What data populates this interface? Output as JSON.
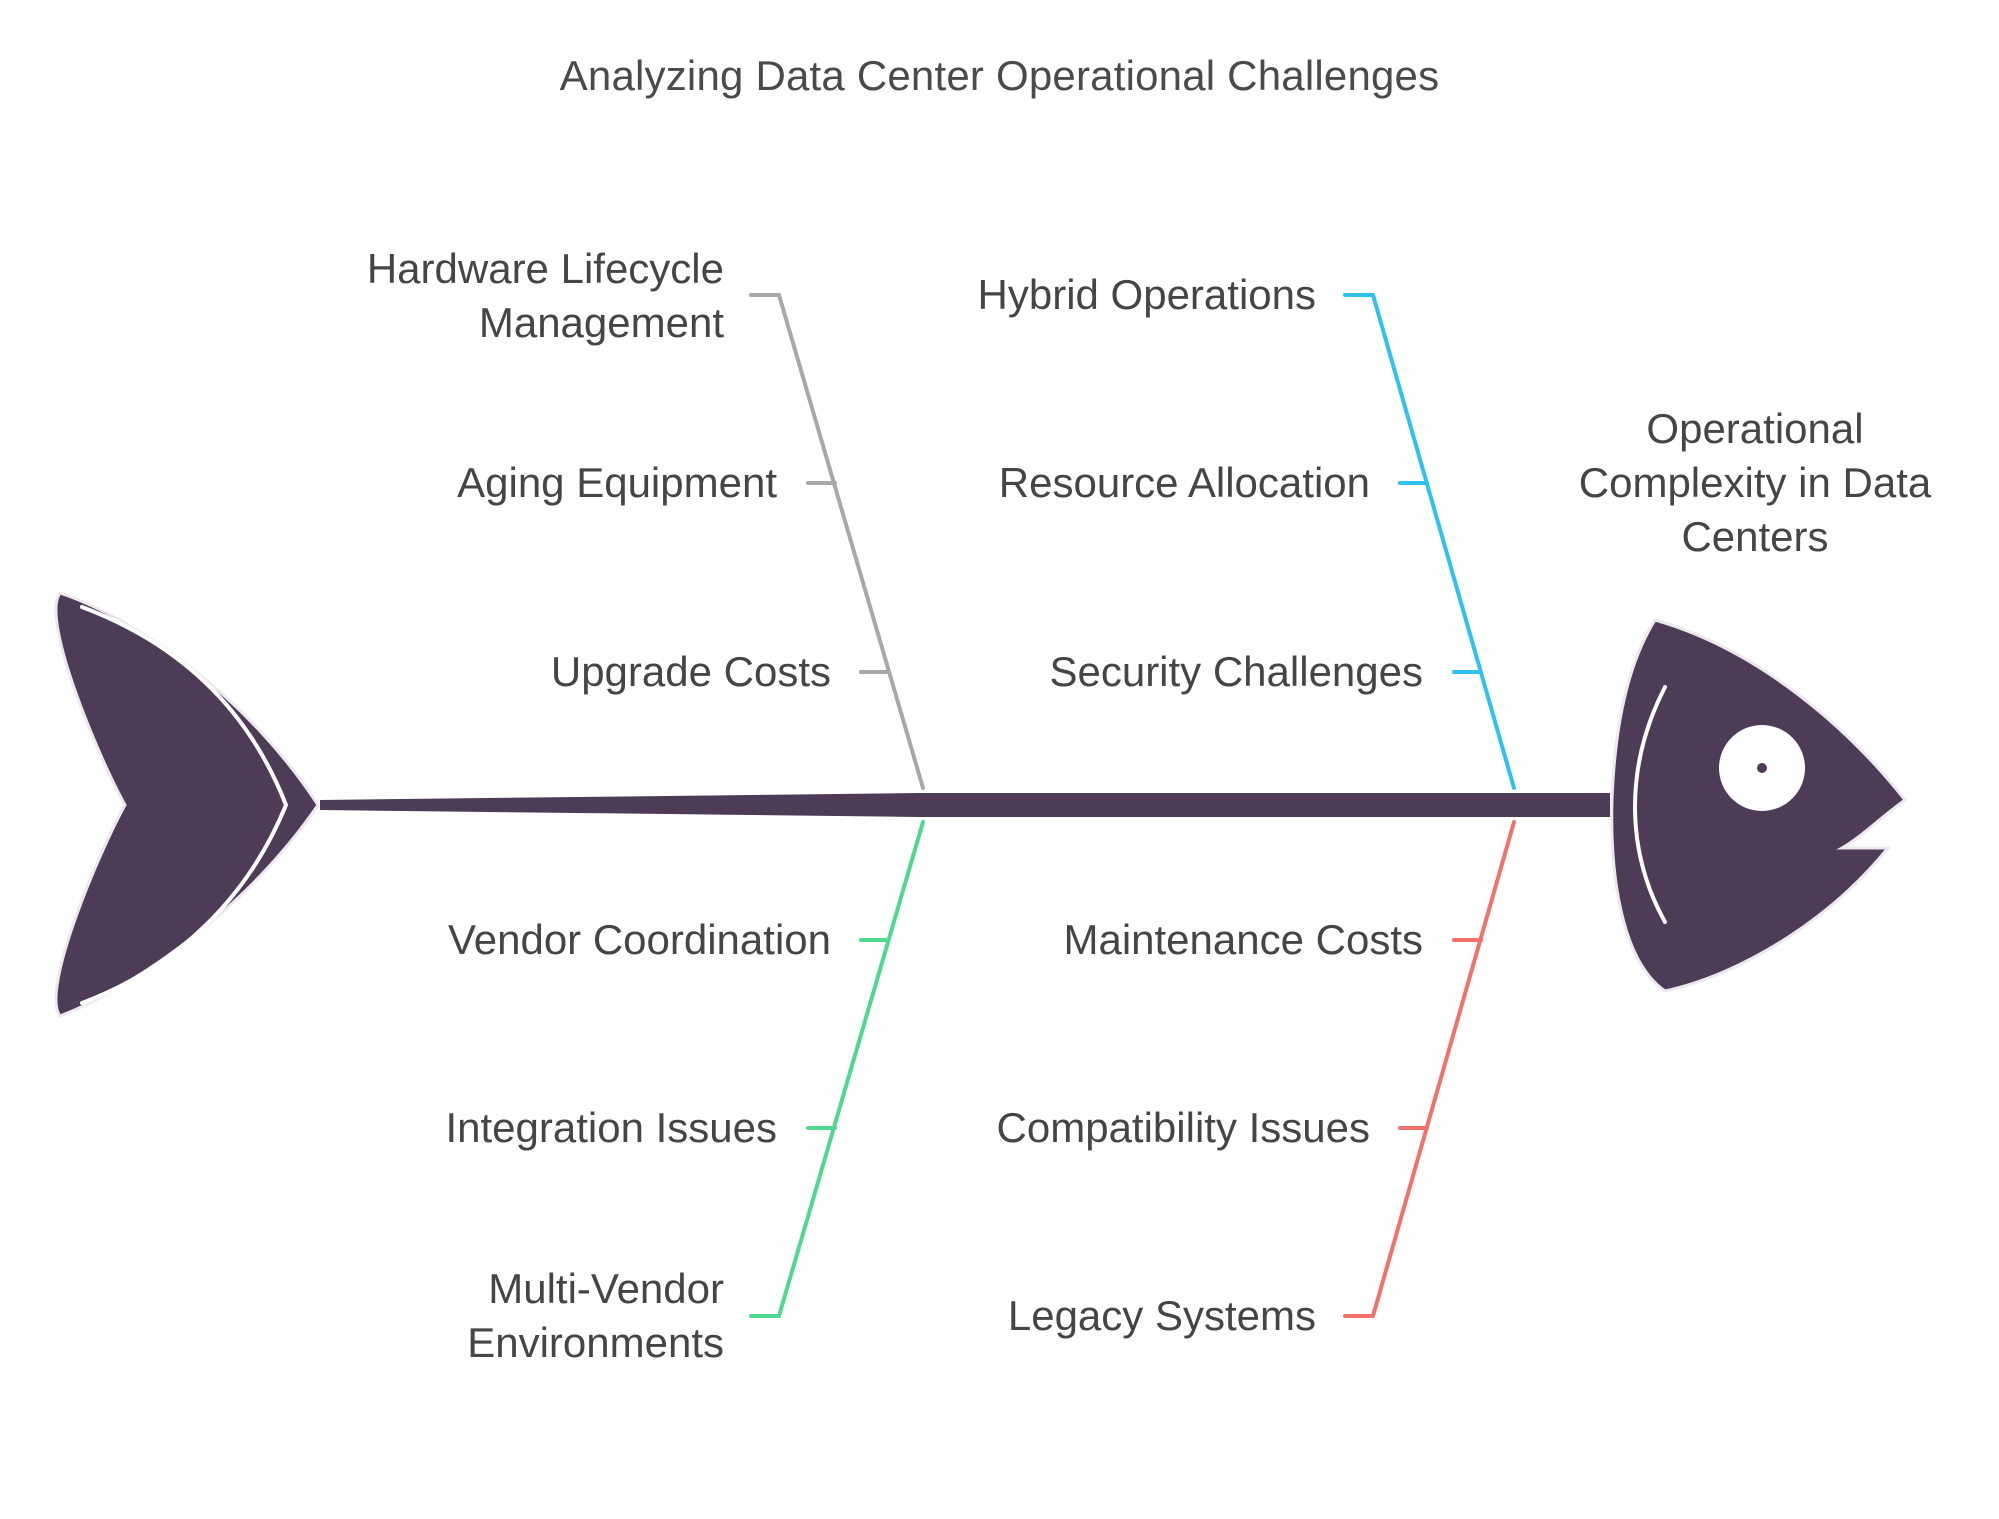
{
  "title": "Analyzing Data Center Operational Challenges",
  "effect": {
    "line1": "Operational",
    "line2": "Complexity in Data",
    "line3": "Centers"
  },
  "branches": [
    {
      "position": "top-left",
      "color": "#a8a8a8",
      "causes": [
        {
          "line1": "Hardware Lifecycle",
          "line2": "Management"
        },
        {
          "line1": "Aging Equipment"
        },
        {
          "line1": "Upgrade Costs"
        }
      ]
    },
    {
      "position": "top-right",
      "color": "#2ec2ef",
      "causes": [
        {
          "line1": "Hybrid Operations"
        },
        {
          "line1": "Resource Allocation"
        },
        {
          "line1": "Security Challenges"
        }
      ]
    },
    {
      "position": "bottom-left",
      "color": "#4fd98e",
      "causes": [
        {
          "line1": "Vendor Coordination"
        },
        {
          "line1": "Integration Issues"
        },
        {
          "line1": "Multi-Vendor",
          "line2": "Environments"
        }
      ]
    },
    {
      "position": "bottom-right",
      "color": "#f2716b",
      "causes": [
        {
          "line1": "Maintenance Costs"
        },
        {
          "line1": "Compatibility Issues"
        },
        {
          "line1": "Legacy Systems"
        }
      ]
    }
  ],
  "fish_color": "#4e3b56"
}
